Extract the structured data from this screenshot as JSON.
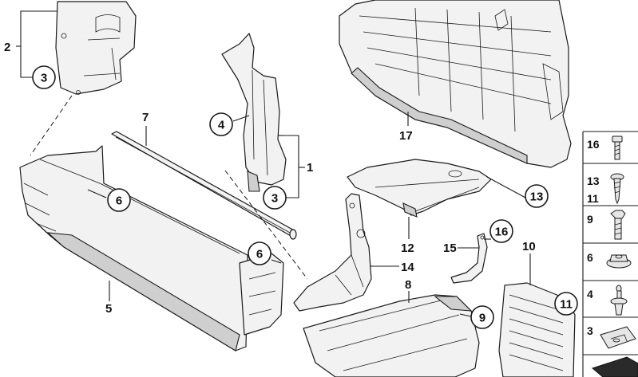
{
  "callouts": {
    "c1": "1",
    "c2": "2",
    "c3a": "3",
    "c3b": "3",
    "c4": "4",
    "c5": "5",
    "c6a": "6",
    "c6b": "6",
    "c7": "7",
    "c8": "8",
    "c9": "9",
    "c10": "10",
    "c11": "11",
    "c12": "12",
    "c13": "13",
    "c14": "14",
    "c15": "15",
    "c16": "16",
    "c17": "17"
  },
  "legend": {
    "items": [
      {
        "label": "16",
        "icon": "bolt-icon"
      },
      {
        "label": "13",
        "icon": "screw-icon"
      },
      {
        "label": "11",
        "icon": "screw-icon"
      },
      {
        "label": "9",
        "icon": "hex-bolt-icon"
      },
      {
        "label": "6",
        "icon": "collar-nut-icon"
      },
      {
        "label": "4",
        "icon": "expansion-rivet-icon"
      },
      {
        "label": "3",
        "icon": "clip-nut-icon"
      }
    ]
  }
}
